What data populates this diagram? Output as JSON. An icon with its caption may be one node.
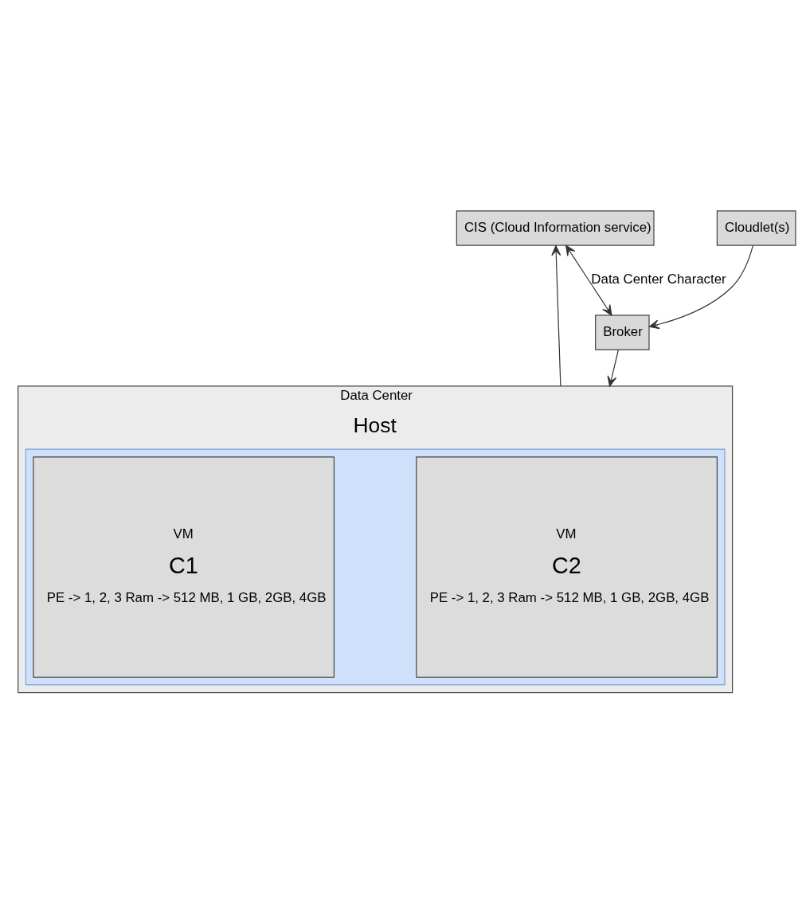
{
  "diagram": {
    "nodes": [
      {
        "text": [
          "CIS (Cloud Information service)"
        ]
      },
      {
        "text": [
          "Cloudlet(s)"
        ]
      },
      {
        "text": [
          "Broker"
        ]
      },
      {
        "text": [
          "Data Center",
          "Host"
        ]
      },
      {
        "text": [],
        "shape": "box",
        "in": 3
      },
      {
        "text": [
          "VM",
          "C1",
          "PE -> 1, 2, 3 Ram -> 512 MB, 1 GB, 2GB, 4GB"
        ],
        "in": 4
      },
      {
        "text": [
          "VM",
          "C2",
          "PE -> 1, 2, 3 Ram -> 512 MB, 1 GB, 2GB, 4GB"
        ],
        "in": 4
      }
    ],
    "edges": [
      {
        "from": 3,
        "to": 0,
        "arrow": "to"
      },
      {
        "from": 1,
        "to": 2,
        "arrow": "to"
      },
      {
        "from": 0,
        "to": 2,
        "arrow": "both",
        "label": "Data Center Character"
      },
      {
        "from": 2,
        "to": 3,
        "arrow": "to"
      }
    ]
  }
}
